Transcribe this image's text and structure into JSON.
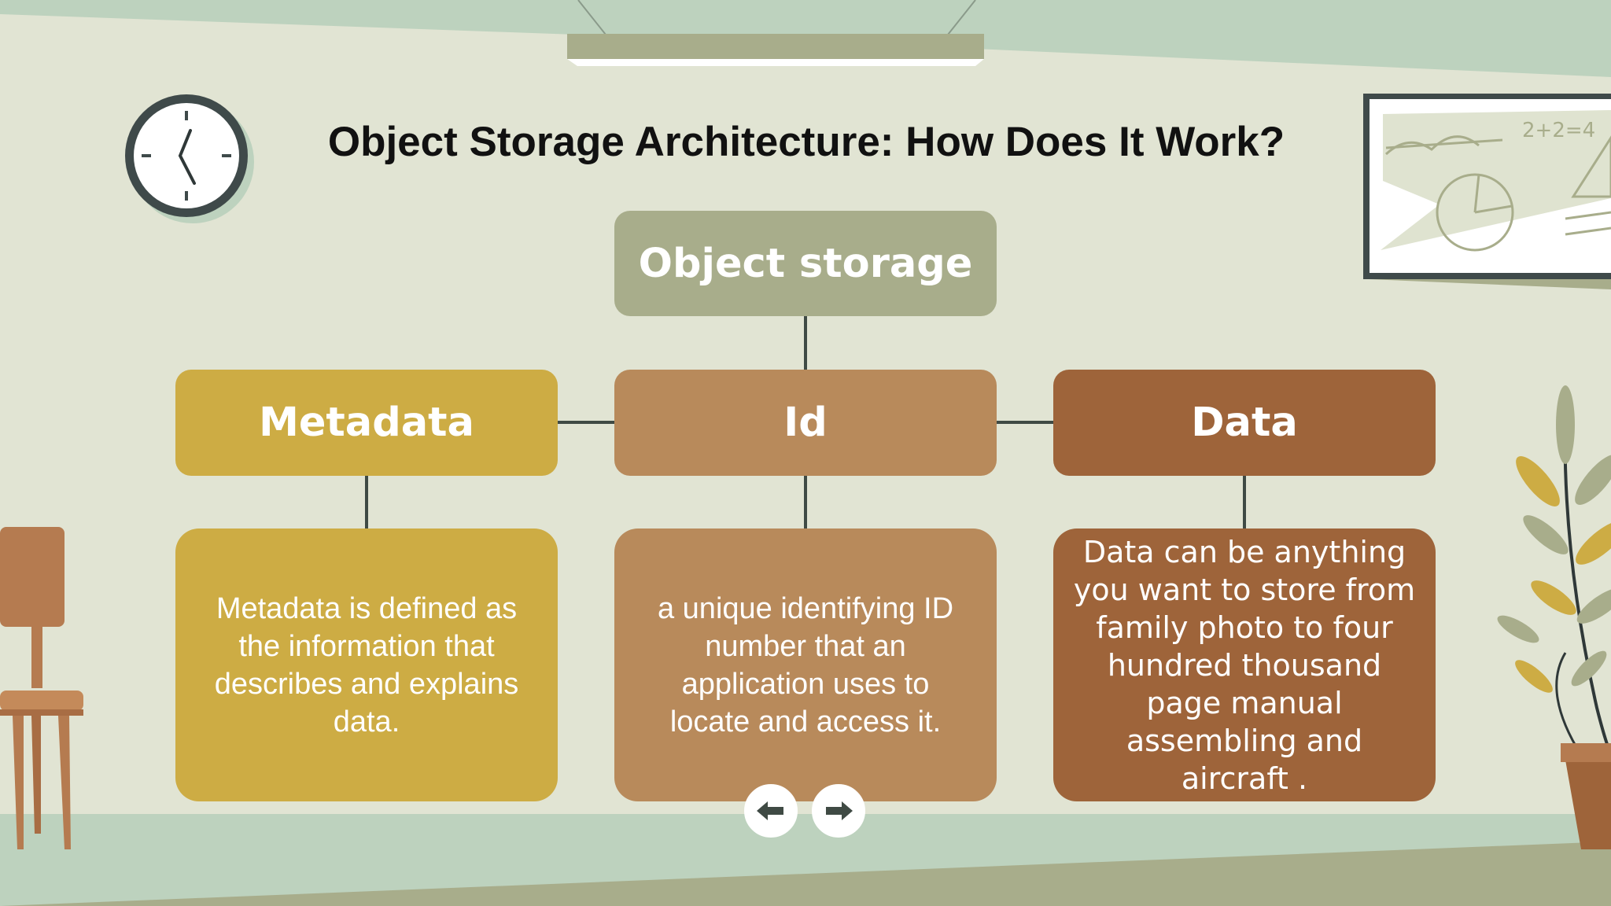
{
  "title": "Object Storage Architecture: How Does It Work?",
  "diagram": {
    "root": "Object storage",
    "columns": [
      {
        "heading": "Metadata",
        "description": "Metadata is defined as the information that describes and explains data."
      },
      {
        "heading": "Id",
        "description": "a unique identifying ID number that an application uses to locate and access it."
      },
      {
        "heading": "Data",
        "description": "Data can be anything you want to store from family photo to four hundred thousand page manual assembling and aircraft ."
      }
    ]
  },
  "chalkboard": {
    "equation": "2+2=4"
  },
  "colors": {
    "background": "#e1e4d3",
    "root": "#a8ad8b",
    "metadata": "#cdac44",
    "id": "#b88a5b",
    "data": "#9e643a",
    "connector": "#3f4a44"
  },
  "icons": {
    "prev": "arrow-left-icon",
    "next": "arrow-right-icon"
  }
}
